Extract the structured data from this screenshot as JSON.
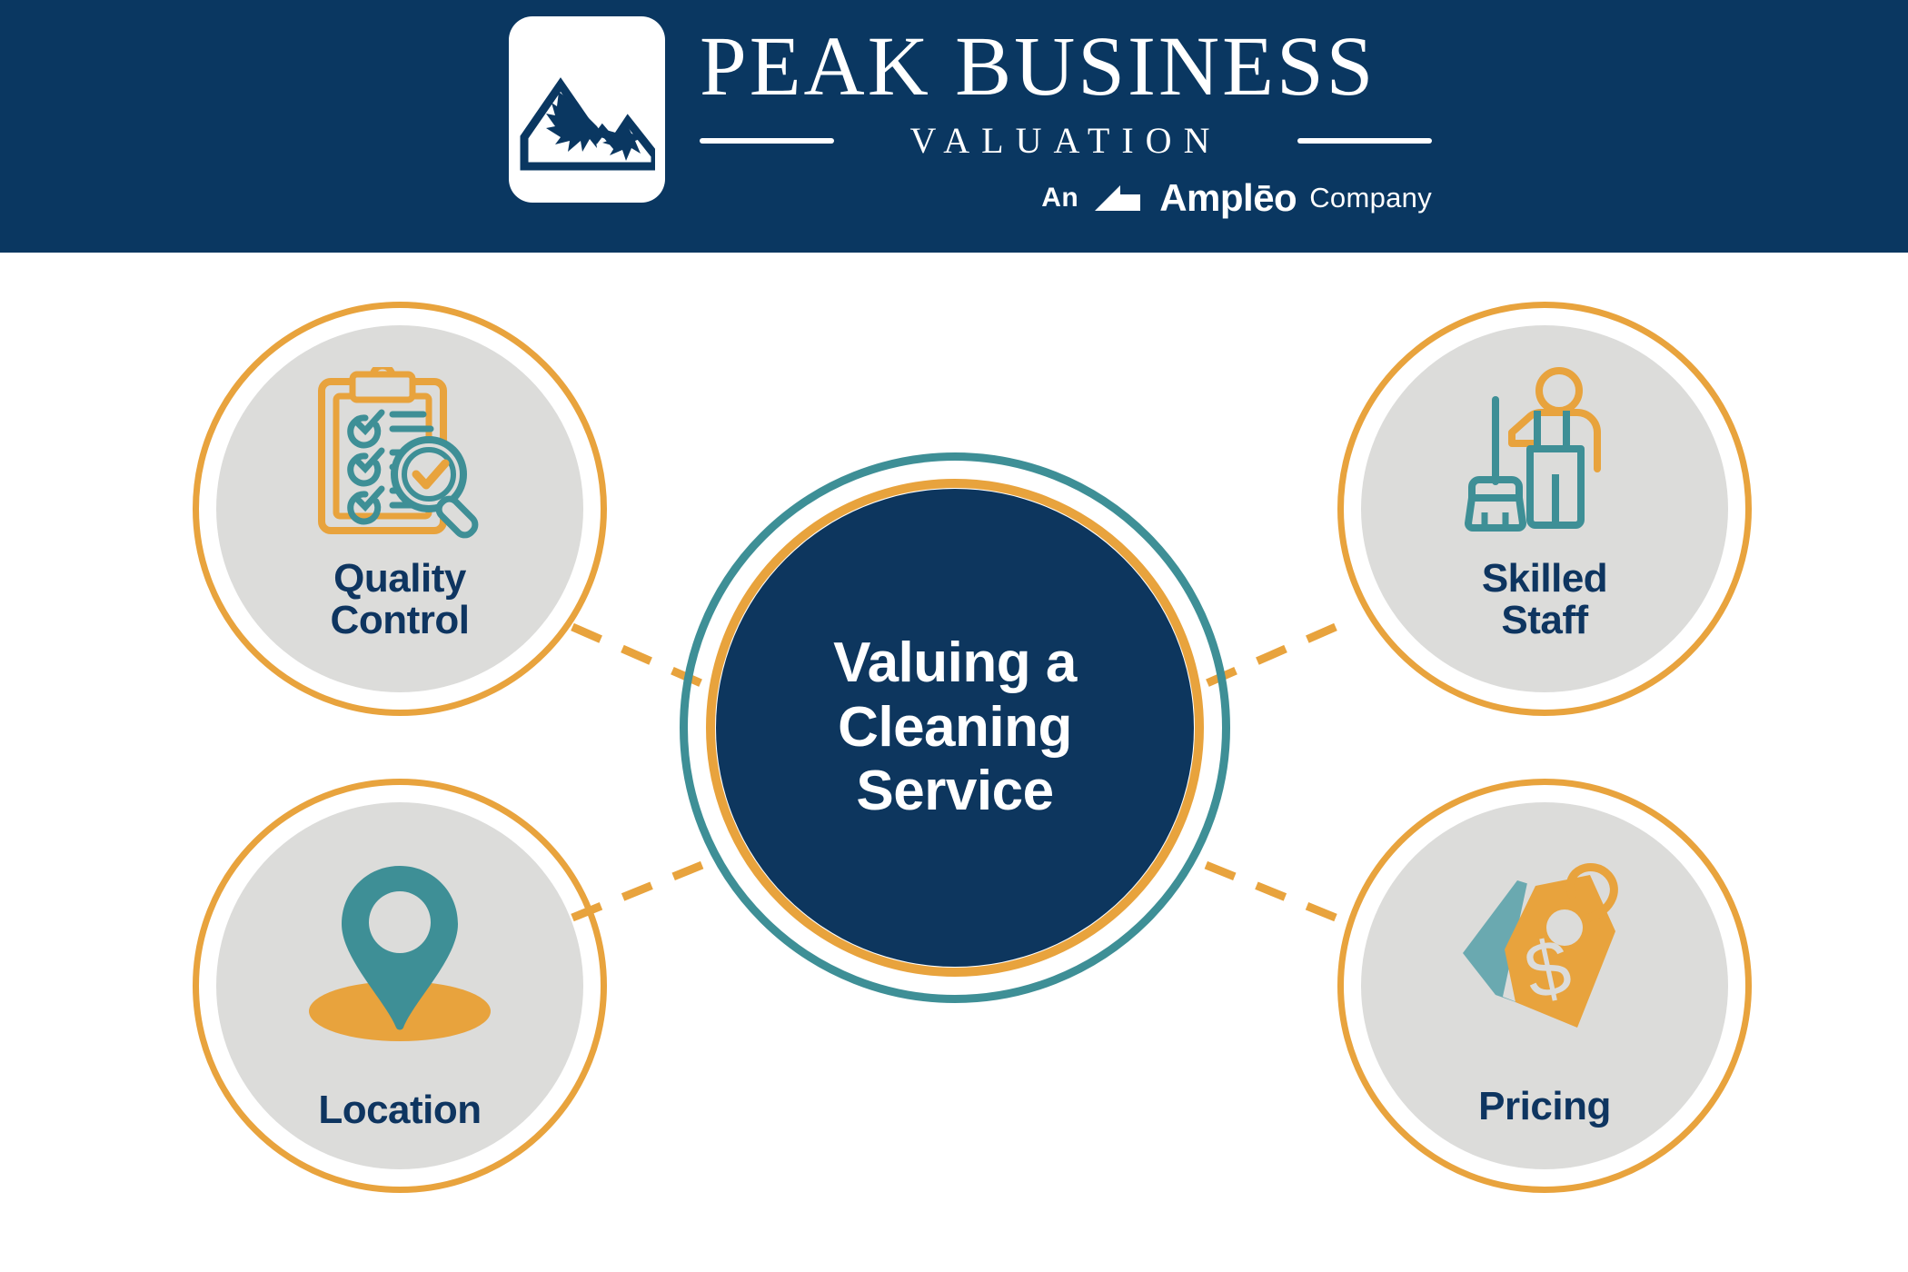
{
  "header": {
    "logo_icon": "mountain-peak-logo",
    "brand_name": "PEAK BUSINESS",
    "brand_subtitle": "VALUATION",
    "affiliation": {
      "prefix": "An",
      "mark_icon": "ampleo-mark-icon",
      "company": "Amplēo",
      "suffix": "Company"
    }
  },
  "hub": {
    "title": "Valuing a Cleaning Service",
    "title_lines": [
      "Valuing a",
      "Cleaning",
      "Service"
    ]
  },
  "nodes": [
    {
      "id": "quality-control",
      "label": "Quality Control",
      "label_lines": [
        "Quality",
        "Control"
      ],
      "icon": "clipboard-checklist-magnifier-icon",
      "position": "top-left"
    },
    {
      "id": "skilled-staff",
      "label": "Skilled Staff",
      "label_lines": [
        "Skilled",
        "Staff"
      ],
      "icon": "janitor-with-broom-icon",
      "position": "top-right"
    },
    {
      "id": "location",
      "label": "Location",
      "label_lines": [
        "Location"
      ],
      "icon": "map-pin-icon",
      "position": "bottom-left"
    },
    {
      "id": "pricing",
      "label": "Pricing",
      "label_lines": [
        "Pricing"
      ],
      "icon": "price-tag-dollar-icon",
      "position": "bottom-right"
    }
  ],
  "colors": {
    "navy": "#0a3761",
    "navy_core": "#0d365e",
    "orange": "#e8a33d",
    "teal": "#3e8f96",
    "teal_light": "#6aa9b0",
    "gray_circle": "#dcdcda",
    "white": "#ffffff"
  }
}
